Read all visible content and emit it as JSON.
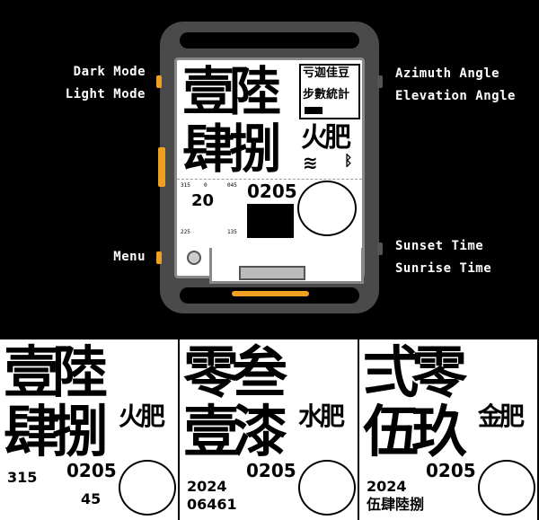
{
  "labels": {
    "dark_mode": "Dark Mode",
    "light_mode": "Light Mode",
    "menu": "Menu",
    "azimuth": "Azimuth Angle",
    "elevation": "Elevation Angle",
    "sunset": "Sunset Time",
    "sunrise": "Sunrise Time"
  },
  "watch": {
    "big_top": "壹陸",
    "big_bottom": "肆捌",
    "box_line1": "亏迦佳豆",
    "box_line2": "步數統計",
    "right_glyph": "火肥",
    "date": "0205",
    "compass": [
      "315",
      "0",
      "045",
      "225",
      "135"
    ],
    "small_num": "20",
    "icons": [
      "wifi-icon",
      "bluetooth-icon"
    ]
  },
  "panels": [
    {
      "top": "壹陸",
      "bottom": "肆捌",
      "right": "火肥",
      "date": "0205",
      "num1": "315",
      "num2": "45"
    },
    {
      "top": "零叁",
      "bottom": "壹漆",
      "right": "水肥",
      "date": "0205",
      "num1": "2024",
      "num2": "06461"
    },
    {
      "top": "弍零",
      "bottom": "伍玖",
      "right": "金肥",
      "date": "0205",
      "num1": "2024",
      "num2": "伍肆陸捌"
    }
  ],
  "colors": {
    "accent": "#f0a020",
    "case": "#4a4a4a",
    "screen": "#ffffff"
  }
}
